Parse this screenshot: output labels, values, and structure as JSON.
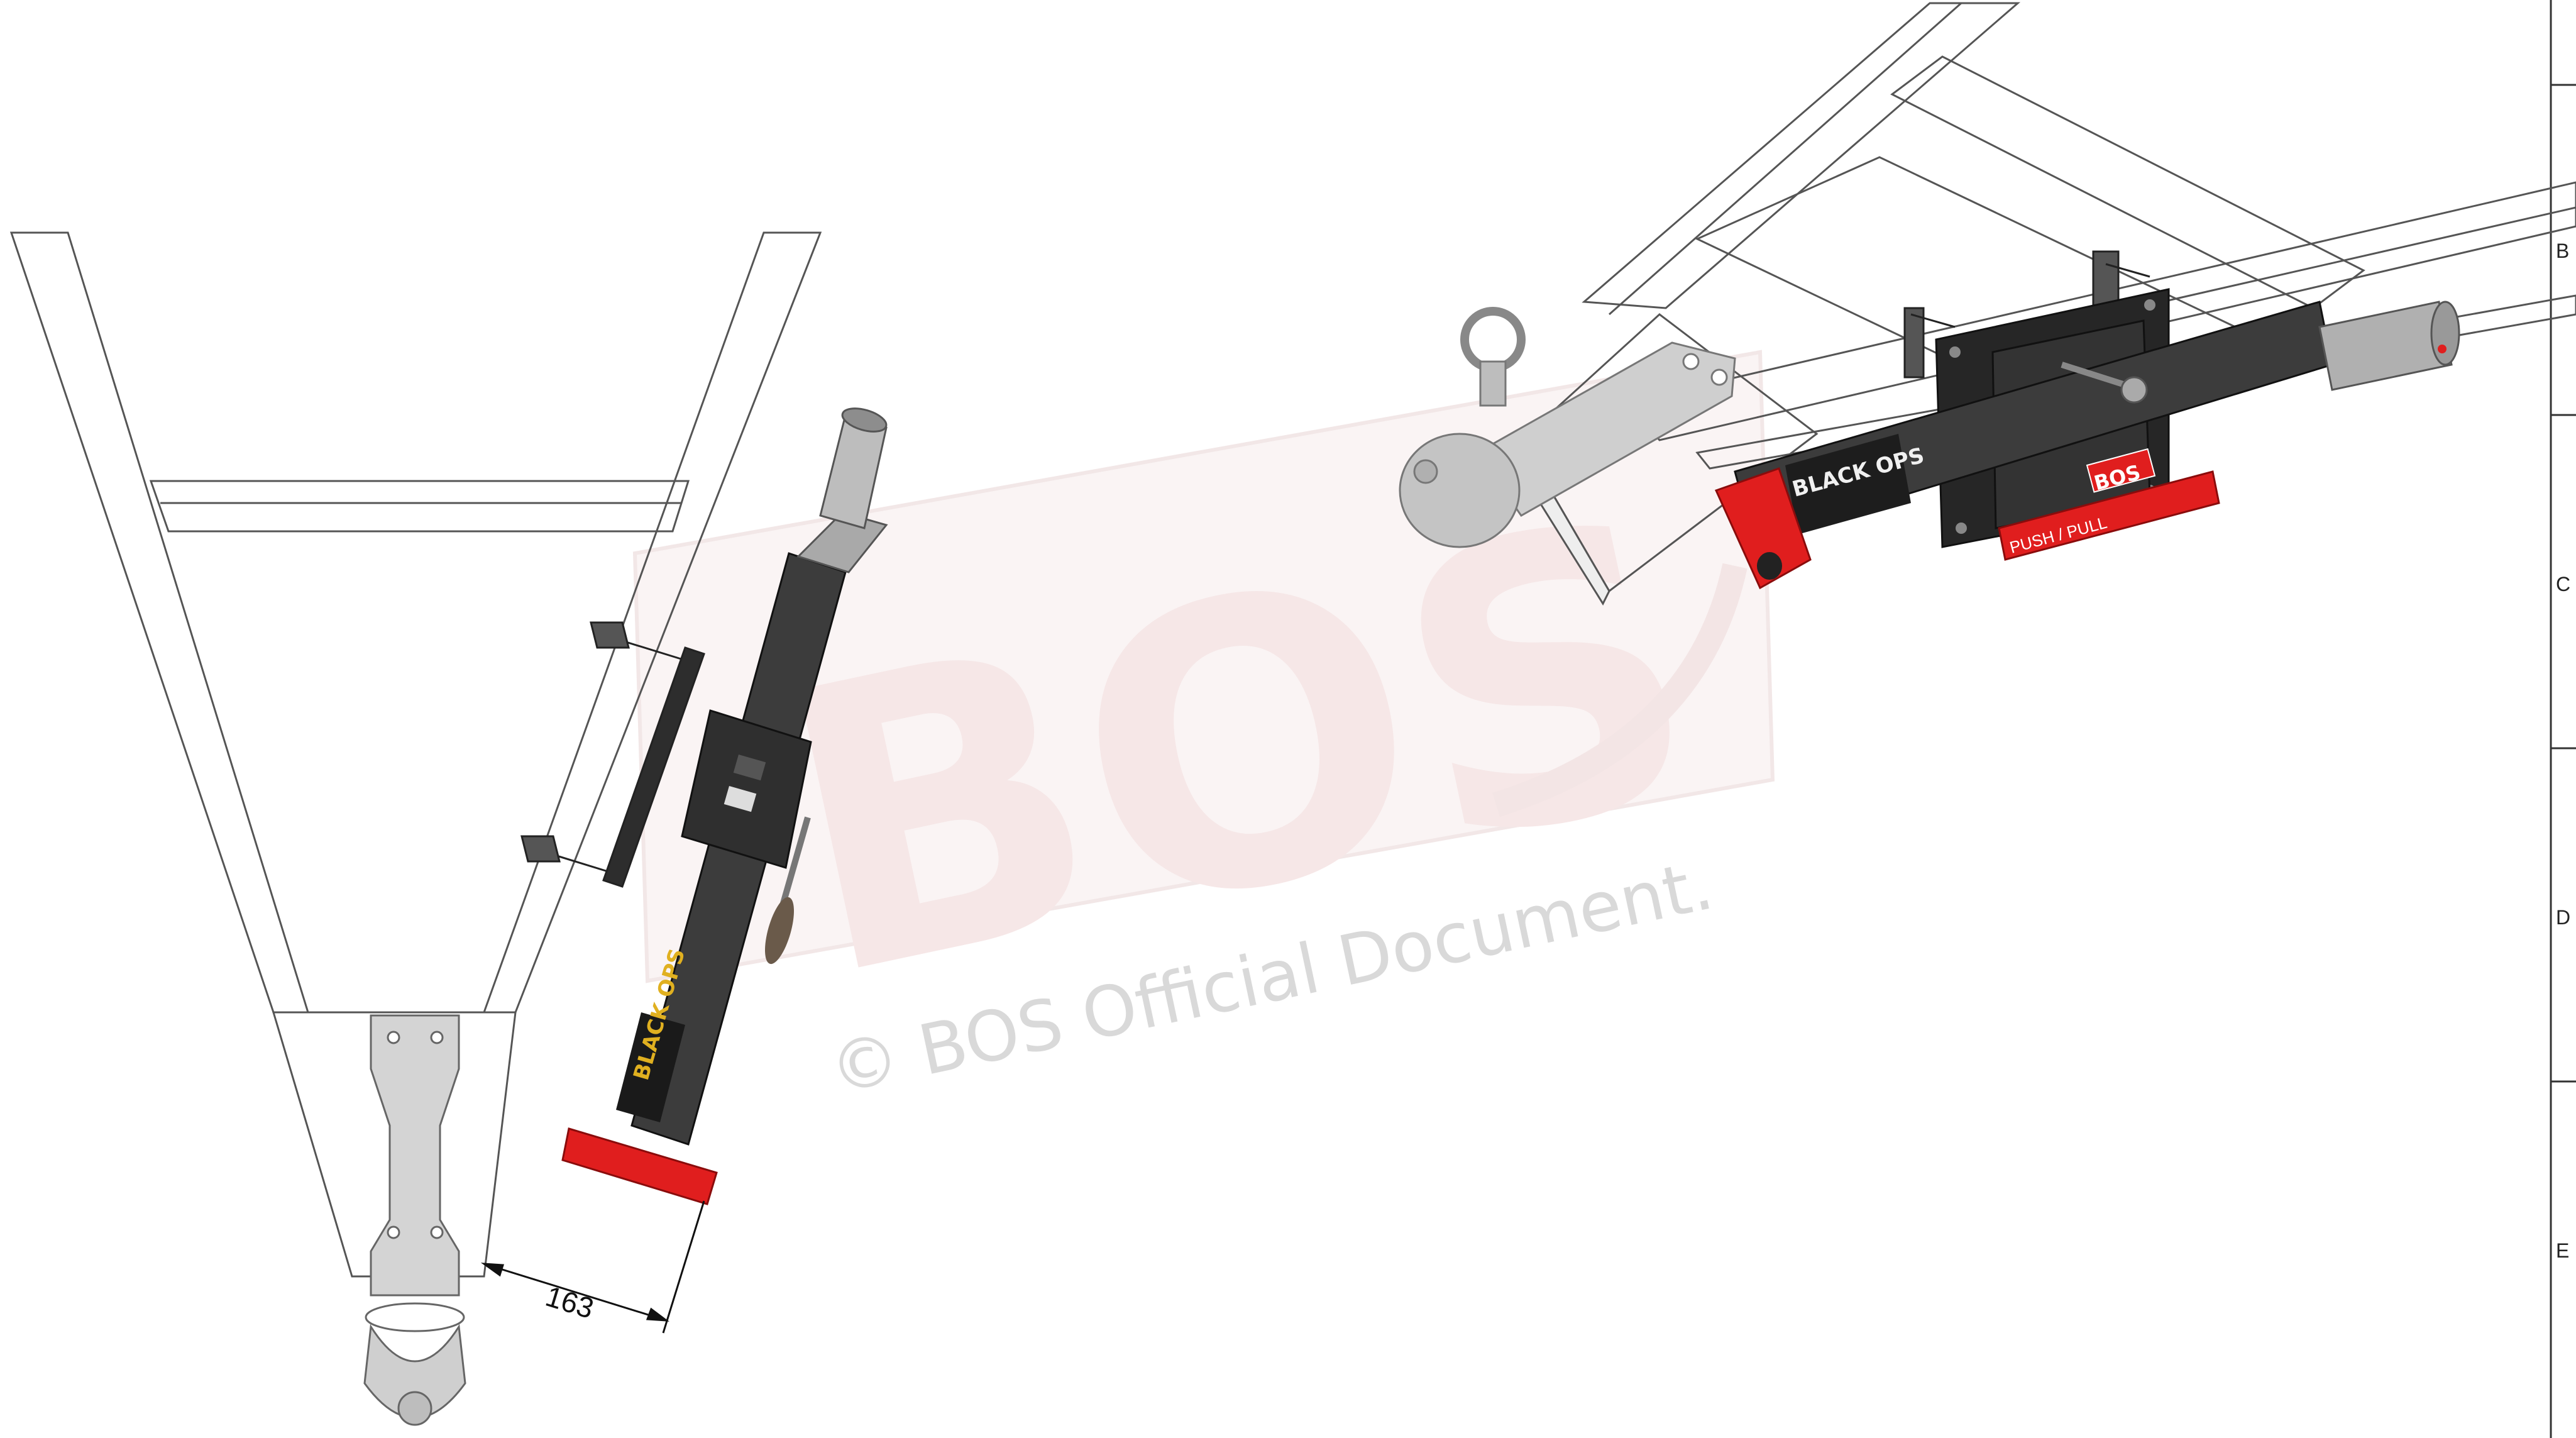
{
  "drawing": {
    "zone_labels": [
      "B",
      "C",
      "D",
      "E"
    ],
    "dimension": "163",
    "watermark_logo": "BOS",
    "watermark_text": "© BOS Official Document.",
    "product_label": "BLACK OPS",
    "brand_mark": "BOS",
    "lever_text": "PUSH / PULL"
  },
  "colors": {
    "frame_line": "#555555",
    "jack_body": "#3a3a3a",
    "foot_red": "#e01e1e",
    "coupling_grey": "#c9c9c9",
    "watermark": "#f2d9d9"
  }
}
